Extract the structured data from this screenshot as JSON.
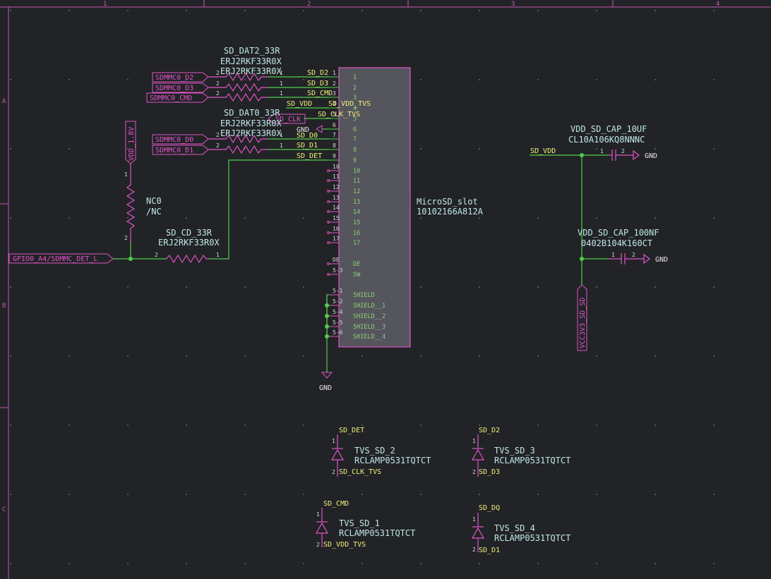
{
  "colors": {
    "background": "#222326",
    "wire": "#4ccf4c",
    "symbol": "#e054c8",
    "body_fill": "#55555e",
    "net_label": "#f0f078",
    "ref": "#d8d8d8",
    "value": "#bfe8e8",
    "frame": "#c25ab4"
  },
  "frame": {
    "columns": [
      "1",
      "2",
      "3",
      "4"
    ],
    "rows": [
      "A",
      "B",
      "C"
    ]
  },
  "connector": {
    "ref": "MicroSD_slot",
    "value": "10102166A812A",
    "pins": [
      {
        "num": "1",
        "name": "1"
      },
      {
        "num": "2",
        "name": "2"
      },
      {
        "num": "3",
        "name": "3"
      },
      {
        "num": "4",
        "name": "4"
      },
      {
        "num": "5",
        "name": "5"
      },
      {
        "num": "6",
        "name": "6"
      },
      {
        "num": "7",
        "name": "7"
      },
      {
        "num": "8",
        "name": "8"
      },
      {
        "num": "9",
        "name": "9"
      },
      {
        "num": "10",
        "name": "10"
      },
      {
        "num": "11",
        "name": "11"
      },
      {
        "num": "12",
        "name": "12"
      },
      {
        "num": "13",
        "name": "13"
      },
      {
        "num": "14",
        "name": "14"
      },
      {
        "num": "15",
        "name": "15"
      },
      {
        "num": "16",
        "name": "16"
      },
      {
        "num": "17",
        "name": "17"
      },
      {
        "num": "DE",
        "name": "DE"
      },
      {
        "num": "5-3",
        "name": "SW"
      },
      {
        "num": "5-1",
        "name": "SHIELD"
      },
      {
        "num": "5-2",
        "name": "SHIELD__1"
      },
      {
        "num": "5-4",
        "name": "SHIELD__2"
      },
      {
        "num": "5-5",
        "name": "SHIELD__3"
      },
      {
        "num": "5-6",
        "name": "SHIELD__4"
      }
    ]
  },
  "resistors": {
    "dat2": {
      "ref": "SD_DAT2_33R",
      "value1": "ERJ2RKF33R0X",
      "value2": "ERJ2RKF33R0X"
    },
    "dat0": {
      "ref": "SD_DAT0_33R",
      "value1": "ERJ2RKF33R0X",
      "value2": "ERJ2RKF33R0X"
    },
    "cd": {
      "ref": "SD_CD_33R",
      "value": "ERJ2RKF33R0X"
    },
    "pullup": {
      "ref": "NC0",
      "value": "/NC"
    }
  },
  "hier_labels": {
    "d2": "SDMMC0_D2",
    "d3": "SDMMC0_D3",
    "cmd": "SDMMC0_CMD",
    "d0": "SDMMC0_D0",
    "d1": "SDMMC0_D1",
    "gpio": "GPIO0_A4/SDMMC_DET_L",
    "vdd18": "VDD_1.8V",
    "vcc33": "VCC3V3_SD_SD"
  },
  "nets": {
    "sd_d2": "SD_D2",
    "sd_d3": "SD_D3",
    "sd_cmd": "SD_CMD",
    "sd_vdd": "SD_VDD",
    "sd_vdd_tvs": "SD_VDD_TVS",
    "sd_clk": "SD_CLK",
    "sd_clk_tvs": "SD_CLK_TVS",
    "sd_d0": "SD_D0",
    "sd_d1": "SD_D1",
    "sd_det": "SD_DET",
    "sd_vdd2": "SD_VDD",
    "sd_dq": "SD_DQ"
  },
  "power": {
    "gnd": "GND"
  },
  "caps": {
    "c10u": {
      "ref": "VDD_SD_CAP_10UF",
      "value": "CL10A106KQ8NNNC"
    },
    "c100n": {
      "ref": "VDD_SD_CAP_100NF",
      "value": "0402B104K160CT"
    }
  },
  "tvs": [
    {
      "ref": "TVS_SD_2",
      "value": "RCLAMP0531TQTCT",
      "top": "SD_DET",
      "bottom": "SD_CLK_TVS"
    },
    {
      "ref": "TVS_SD_3",
      "value": "RCLAMP0531TQTCT",
      "top": "SD_D2",
      "bottom": "SD_D3"
    },
    {
      "ref": "TVS_SD_1",
      "value": "RCLAMP0531TQTCT",
      "top": "SD_CMD",
      "bottom": "SD_VDD_TVS"
    },
    {
      "ref": "TVS_SD_4",
      "value": "RCLAMP0531TQTCT",
      "top": "SD_DQ",
      "bottom": "SD_D1"
    }
  ]
}
